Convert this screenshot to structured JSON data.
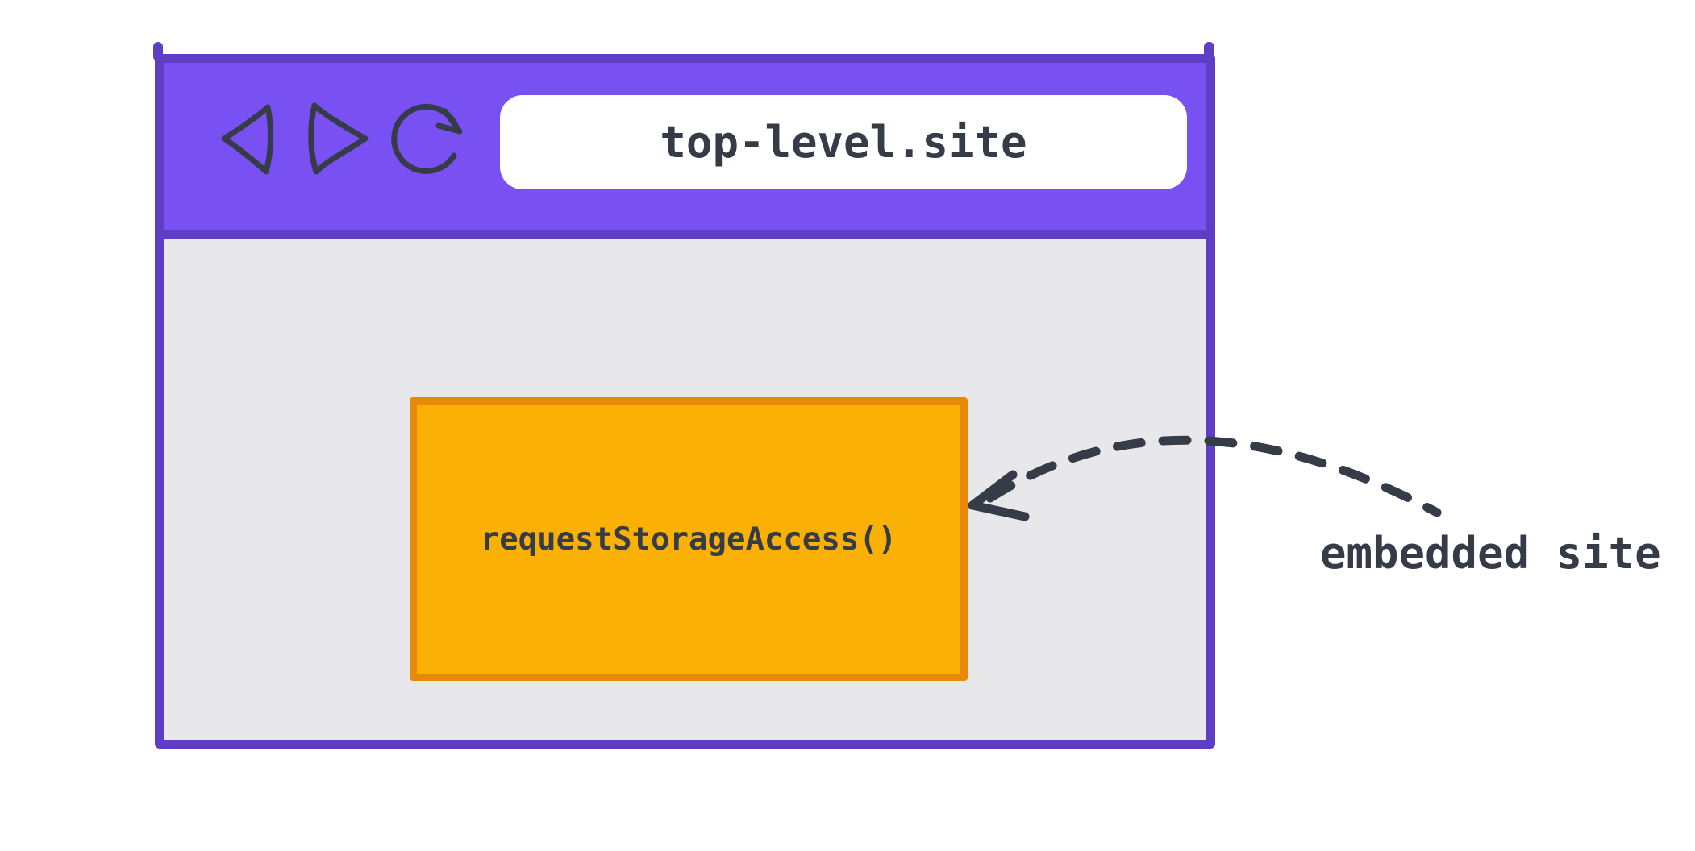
{
  "diagram": {
    "window": {
      "url": "top-level.site",
      "toolbar_icons": [
        {
          "name": "back-icon"
        },
        {
          "name": "forward-icon"
        },
        {
          "name": "reload-icon"
        }
      ],
      "embedded_frame_label": "requestStorageAccess()"
    },
    "annotation_label": "embedded site",
    "colors": {
      "canvas": "#ffffff",
      "toolbar": "#7950f2",
      "window_border": "#5f3dc4",
      "page_background": "#e8e8ea",
      "frame_fill": "#fab005",
      "frame_border": "#e8890c",
      "ink": "#363c47"
    }
  }
}
